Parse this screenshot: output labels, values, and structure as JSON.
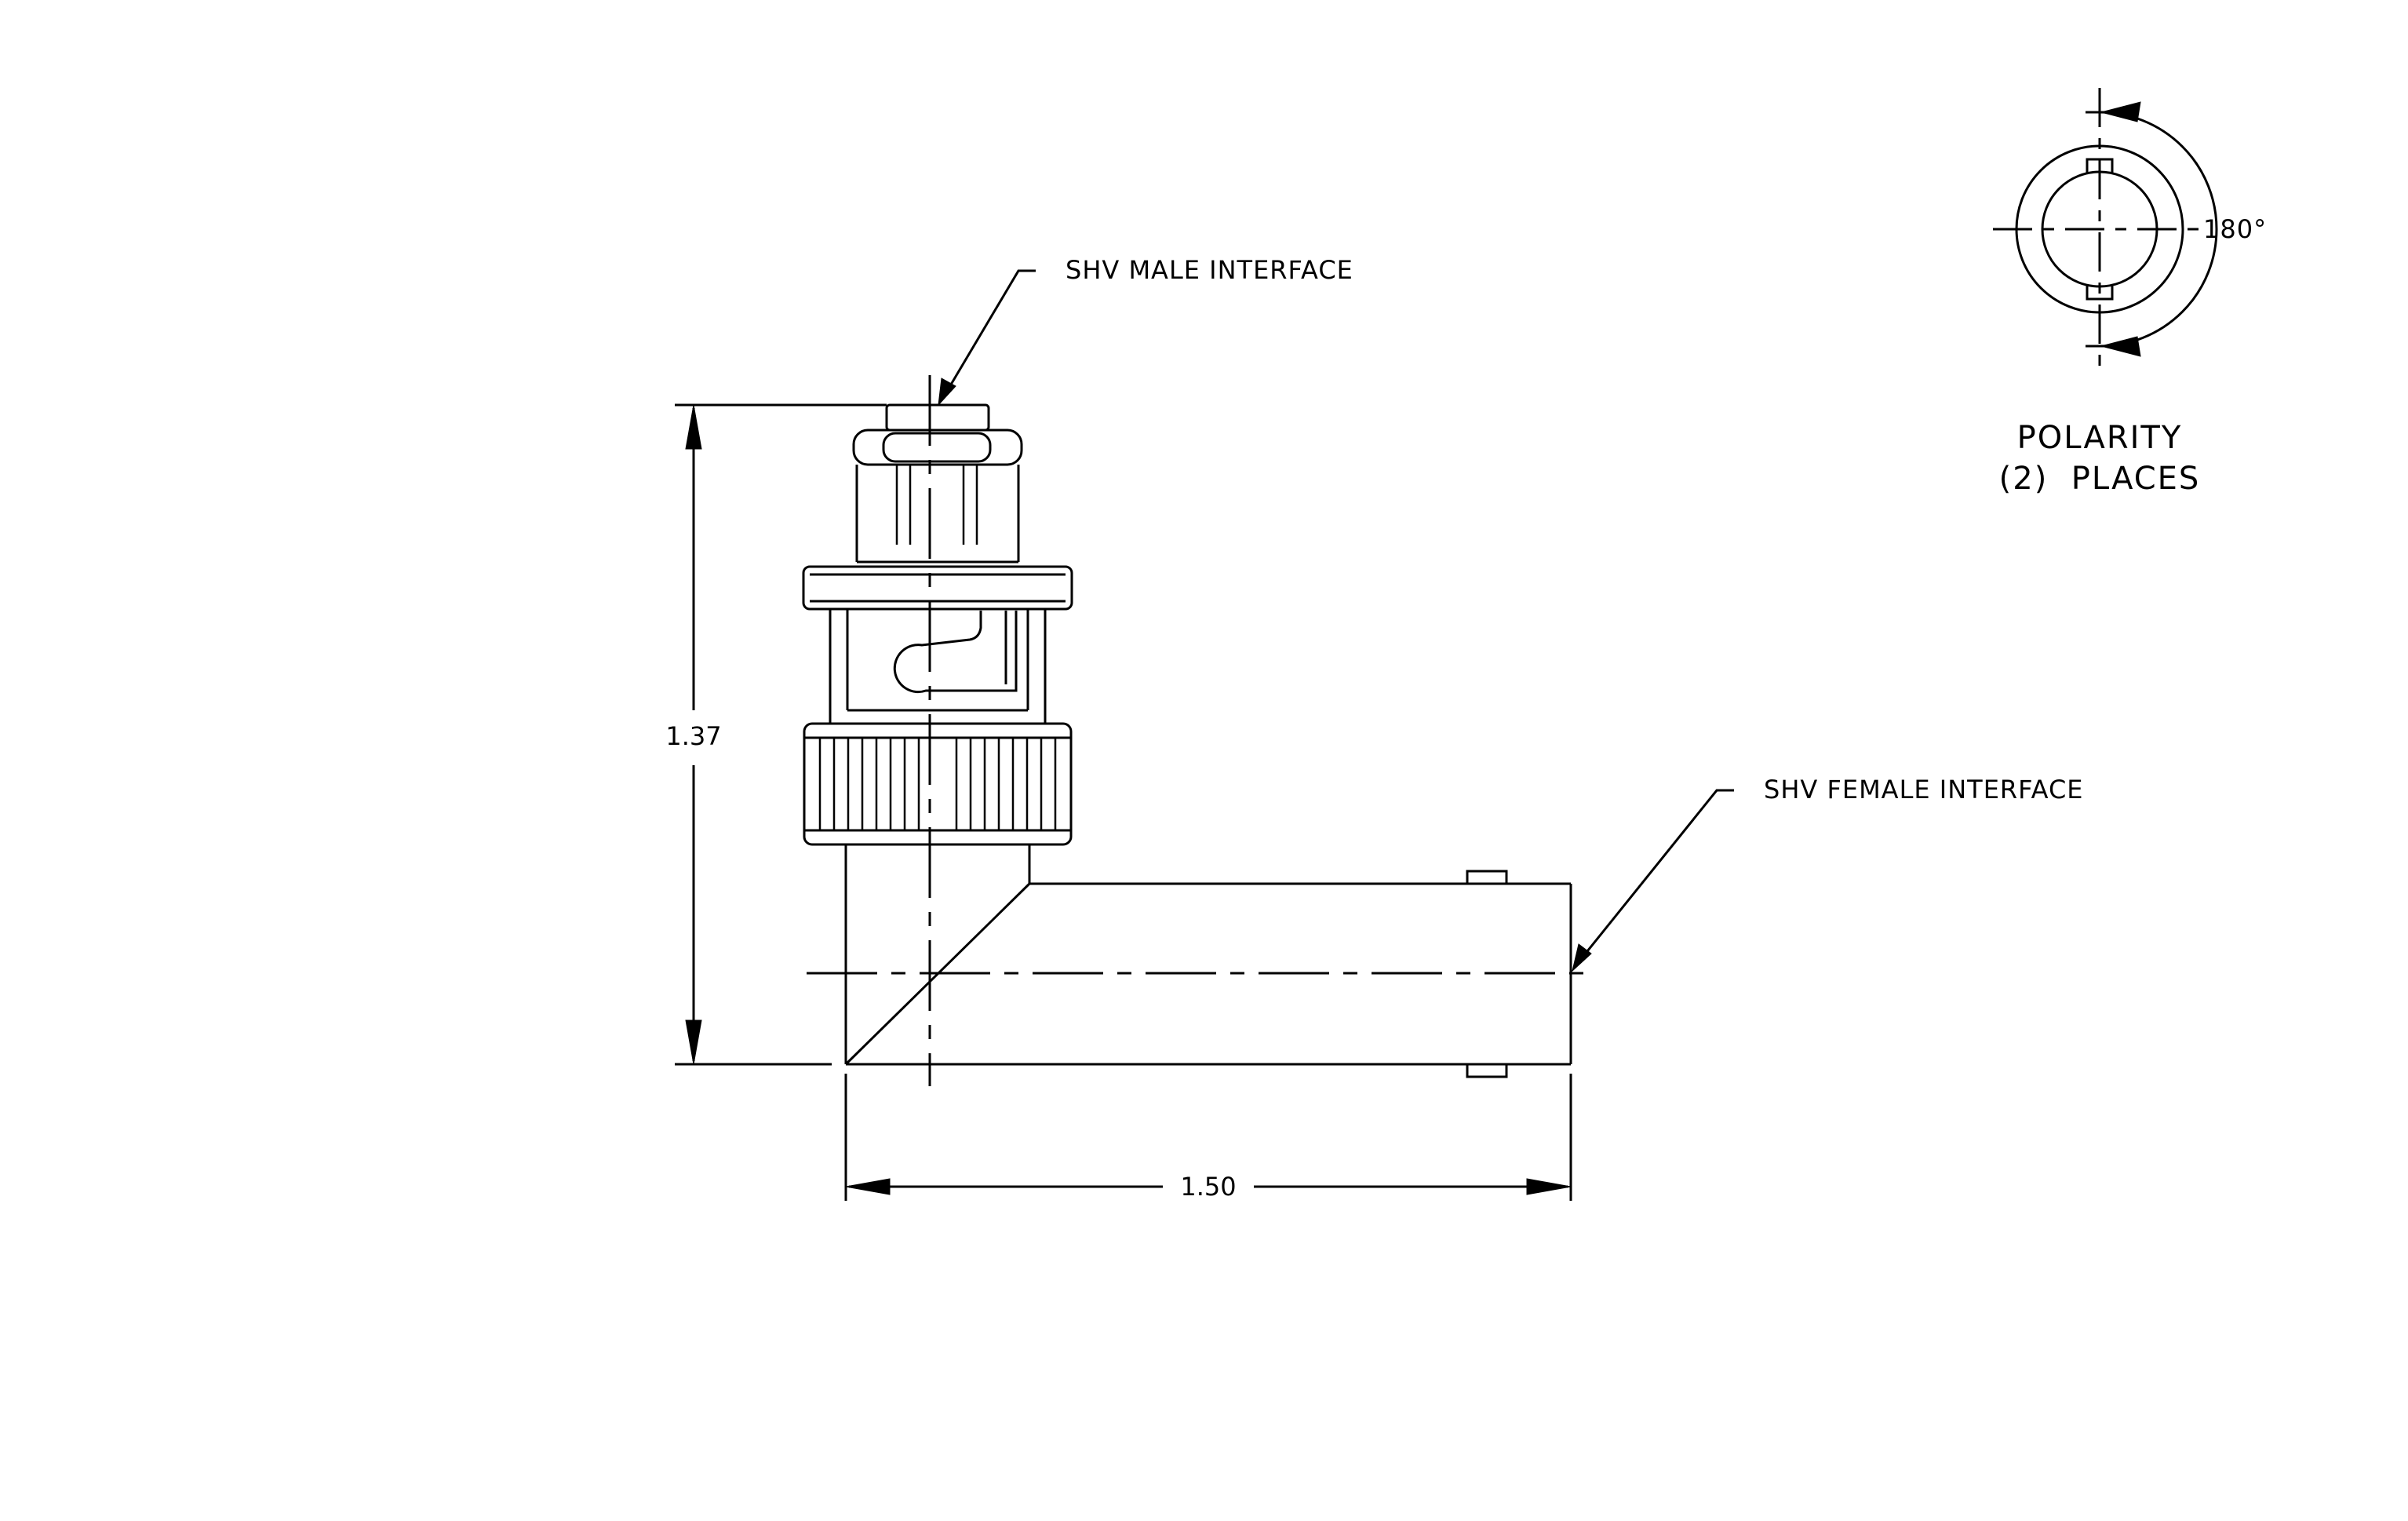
{
  "callouts": {
    "male_interface": "SHV MALE INTERFACE",
    "female_interface": "SHV FEMALE INTERFACE"
  },
  "dimensions": {
    "height": "1.37",
    "width": "1.50",
    "angle": "180°"
  },
  "polarity": {
    "line1": "POLARITY",
    "line2": "(2)  PLACES"
  }
}
